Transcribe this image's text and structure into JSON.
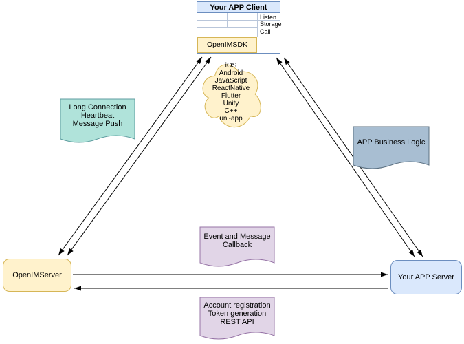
{
  "colors": {
    "yellow_fill": "#fff2cc",
    "yellow_stroke": "#d6b656",
    "blue_fill": "#dae8fc",
    "blue_stroke": "#6c8ebf",
    "teal_fill": "#b0e3da",
    "slate_fill": "#a8bed2",
    "purple_fill": "#e1d5e7",
    "edge": "#000000"
  },
  "client": {
    "title": "Your APP Client",
    "ports": [
      "Listen",
      "Storage",
      "Call"
    ],
    "sdk_label": "OpenIMSDK"
  },
  "cloud_platforms": [
    "iOS",
    "Android",
    "JavaScript",
    "ReactNative",
    "Flutter",
    "Unity",
    "C++",
    "uni-app"
  ],
  "nodes": {
    "openim_server": "OpenIMServer",
    "app_server": "Your APP Server"
  },
  "callouts": {
    "long_connection": [
      "Long Connection",
      "Heartbeat",
      "Message Push"
    ],
    "business_logic": [
      "APP Business Logic"
    ],
    "event_callback": [
      "Event and Message",
      "Callback"
    ],
    "rest_api": [
      "Account registration",
      "Token generation",
      "REST API"
    ]
  }
}
